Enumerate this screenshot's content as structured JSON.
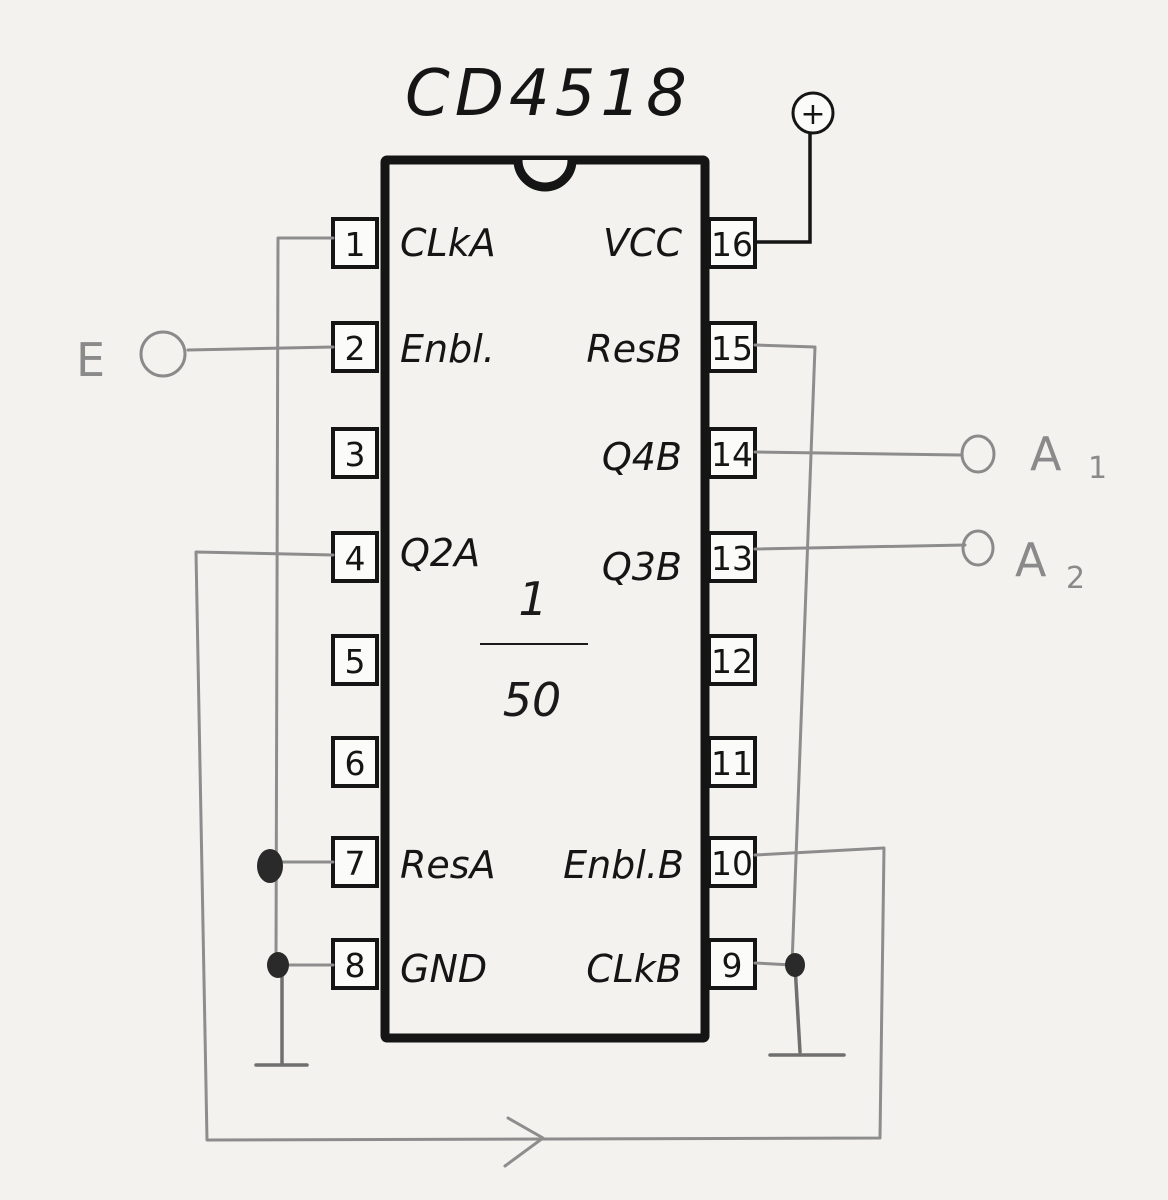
{
  "chip": {
    "title": "CD4518",
    "division": {
      "numerator": "1",
      "denominator": "50"
    },
    "pins": [
      {
        "num": "1",
        "label": "CLkA"
      },
      {
        "num": "2",
        "label": "Enbl."
      },
      {
        "num": "3",
        "label": ""
      },
      {
        "num": "4",
        "label": "Q2A"
      },
      {
        "num": "5",
        "label": ""
      },
      {
        "num": "6",
        "label": ""
      },
      {
        "num": "7",
        "label": "ResA"
      },
      {
        "num": "8",
        "label": "GND"
      },
      {
        "num": "9",
        "label": "CLkB"
      },
      {
        "num": "10",
        "label": "Enbl.B"
      },
      {
        "num": "11",
        "label": ""
      },
      {
        "num": "12",
        "label": ""
      },
      {
        "num": "13",
        "label": "Q3B"
      },
      {
        "num": "14",
        "label": "Q4B"
      },
      {
        "num": "15",
        "label": "ResB"
      },
      {
        "num": "16",
        "label": "VCC"
      }
    ]
  },
  "terminals": {
    "power_symbol": "+",
    "input": {
      "letter": "E"
    },
    "output_1": {
      "letter": "A",
      "sub": "1"
    },
    "output_2": {
      "letter": "A",
      "sub": "2"
    }
  }
}
